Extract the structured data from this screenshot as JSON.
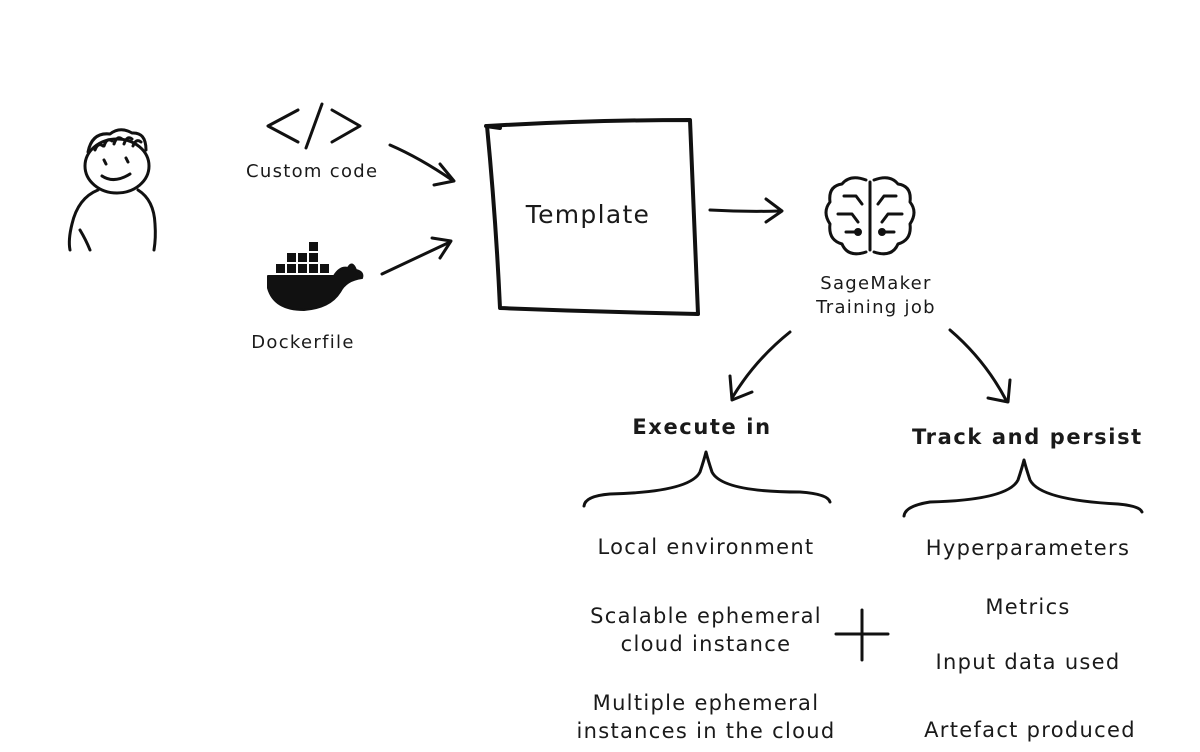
{
  "inputs": {
    "code_icon": "</>",
    "custom_code": "Custom code",
    "dockerfile": "Dockerfile"
  },
  "template": {
    "label": "Template"
  },
  "sagemaker": {
    "line1": "SageMaker",
    "line2": "Training job"
  },
  "execute": {
    "title": "Execute in",
    "items": [
      {
        "line1": "Local environment",
        "line2": ""
      },
      {
        "line1": "Scalable ephemeral",
        "line2": "cloud instance"
      },
      {
        "line1": "Multiple ephemeral",
        "line2": "instances in the cloud"
      }
    ]
  },
  "track": {
    "title": "Track and persist",
    "items": [
      "Hyperparameters",
      "Metrics",
      "Input data used",
      "Artefact produced"
    ]
  },
  "plus_symbol": "+",
  "icons": [
    "person-icon",
    "code-brackets-icon",
    "docker-whale-icon",
    "brain-circuit-icon"
  ]
}
